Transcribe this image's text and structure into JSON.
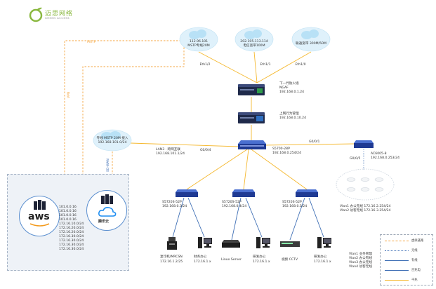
{
  "brand": {
    "name": "迈思网络",
    "sub": "GREEN ACCESS"
  },
  "clouds": [
    {
      "line1": "112.96.101",
      "line2": "MSTP专线20M"
    },
    {
      "line1": "202.105.113.114",
      "line2": "电信宽带100M"
    },
    {
      "line1": "联通宽带 300M/50M",
      "line2": ""
    }
  ],
  "wan_ports": [
    "Eth1/2",
    "Eth1/1",
    "Eth1/0"
  ],
  "ngaf": {
    "name": "下一代防火墙",
    "model": "NGAF",
    "ip": "192.168.0.1.24"
  },
  "ac": {
    "name": "上网行为管理",
    "ip": "192.168.0.10.24"
  },
  "core": {
    "name": "S5700-28P",
    "ip": "192.168.0.254/24"
  },
  "mstp_cloud": {
    "line1": "专线 MSTP 20M 接入",
    "line2": "192.168.101.0/24"
  },
  "lan_link": {
    "line1": "LAN3 · 跨网互联",
    "line2": "192.168.101.1/24"
  },
  "ports": {
    "core_left": "G0/0/4",
    "core_right": "G0/0/1",
    "ac_down": "G0/0/5"
  },
  "mstp_vertical": "MSTP",
  "vpn_vertical": "VPN",
  "iot_label": "SD-WAN",
  "ac_ctrl": {
    "name": "AC6005-8",
    "ip": "192.168.0.253/24"
  },
  "ap_vlans": [
    {
      "vlan": "Vlan1",
      "desc": "办公无线",
      "ip": "172.16.2.254/24"
    },
    {
      "vlan": "Vlan2",
      "desc": "访客无线",
      "ip": "172.16.3.254/24"
    }
  ],
  "access_switches": [
    {
      "model": "S5720S-52P",
      "ip": "192.168.0.3/24"
    },
    {
      "model": "S5720S-52P",
      "ip": "192.168.0.4/24"
    },
    {
      "model": "S5720S-52P",
      "ip": "192.168.0.5/24"
    }
  ],
  "endpoints": [
    {
      "line1": "复印机/MRCSN",
      "line2": "172.16.1.2/25"
    },
    {
      "line1": "财务办公",
      "line2": "172.16.1.x"
    },
    {
      "line1": "Linux Server",
      "line2": ""
    },
    {
      "line1": "研发办公",
      "line2": "172.16.1.x"
    },
    {
      "line1": "视频 CCTV",
      "line2": ""
    },
    {
      "line1": "研发办公",
      "line2": "172.16.1.x"
    }
  ],
  "vlan_list": [
    {
      "vlan": "Vlan1",
      "desc": "业务管理"
    },
    {
      "vlan": "Vlan2",
      "desc": "办公有线"
    },
    {
      "vlan": "Vlan3",
      "desc": "办公无线"
    },
    {
      "vlan": "Vlan4",
      "desc": "访客无线"
    }
  ],
  "aws": {
    "text": "aws"
  },
  "tencent": {
    "text": "腾讯云"
  },
  "public_ips": [
    "101.0.0.16",
    "101.0.0.16",
    "101.0.0.16",
    "101.0.0.16",
    "172.16.10.0/24",
    "172.16.20.0/24",
    "172.16.20.0/24",
    "172.16.30.0/24",
    "172.16.30.0/24",
    "172.16.30.0/24",
    "172.16.30.0/24"
  ],
  "legend": [
    {
      "label": "虚拟链路",
      "color": "#f4a640",
      "style": "dashed"
    },
    {
      "label": "无线",
      "color": "#3f6fb5",
      "style": "dotted"
    },
    {
      "label": "有线",
      "color": "#3f6fb5",
      "style": "solid"
    },
    {
      "label": "百兆电",
      "color": "#f5b82e",
      "style": "solid"
    },
    {
      "label": "千兆",
      "color": "#f5b82e",
      "style": "solid"
    }
  ],
  "colors": {
    "gold": "#f5b82e",
    "orange": "#f4a640",
    "blue": "#3f6fb5",
    "device": "#1f3a93"
  }
}
